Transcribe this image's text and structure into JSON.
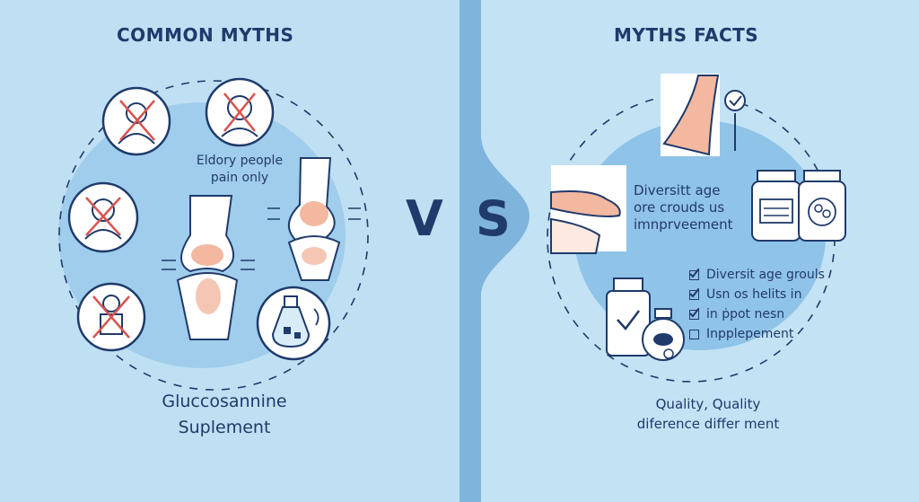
{
  "left": {
    "heading": "COMMON MYTHS",
    "myth_label_line1": "Eldory people",
    "myth_label_line2": "pain only",
    "supplement_line1": "Gluccosannine",
    "supplement_line2": "Suplement"
  },
  "vs": {
    "v": "V",
    "s": "S"
  },
  "right": {
    "heading": "MYTHS FACTS",
    "fact_label_line1": "Diversitt age",
    "fact_label_line2": "ore crouds us",
    "fact_label_line3": "imnprveement",
    "checklist": [
      {
        "label": "Diversit age grouls",
        "checked": true
      },
      {
        "label": "Usn os helits in",
        "checked": true
      },
      {
        "label": "in ṗpot nesn",
        "checked": true
      },
      {
        "label": "Inpplepement",
        "checked": false
      }
    ],
    "quality_line1": "Quality, Quality",
    "quality_line2": "diference differ ment"
  },
  "colors": {
    "background_left": "#bfe0f3",
    "background_right": "#c3e2f4",
    "divider": "#7fb4dc",
    "navy": "#1f3a6b",
    "cross": "#d9534f",
    "joint": "#f2b8a0",
    "blob": "#8fc3e8"
  },
  "icons": [
    "no-elderly-icon",
    "no-man-icon",
    "no-woman-icon",
    "no-person-icon",
    "knee-joint-icon",
    "supplement-bottle-icon",
    "check-icon",
    "pill-bottle-icon"
  ]
}
